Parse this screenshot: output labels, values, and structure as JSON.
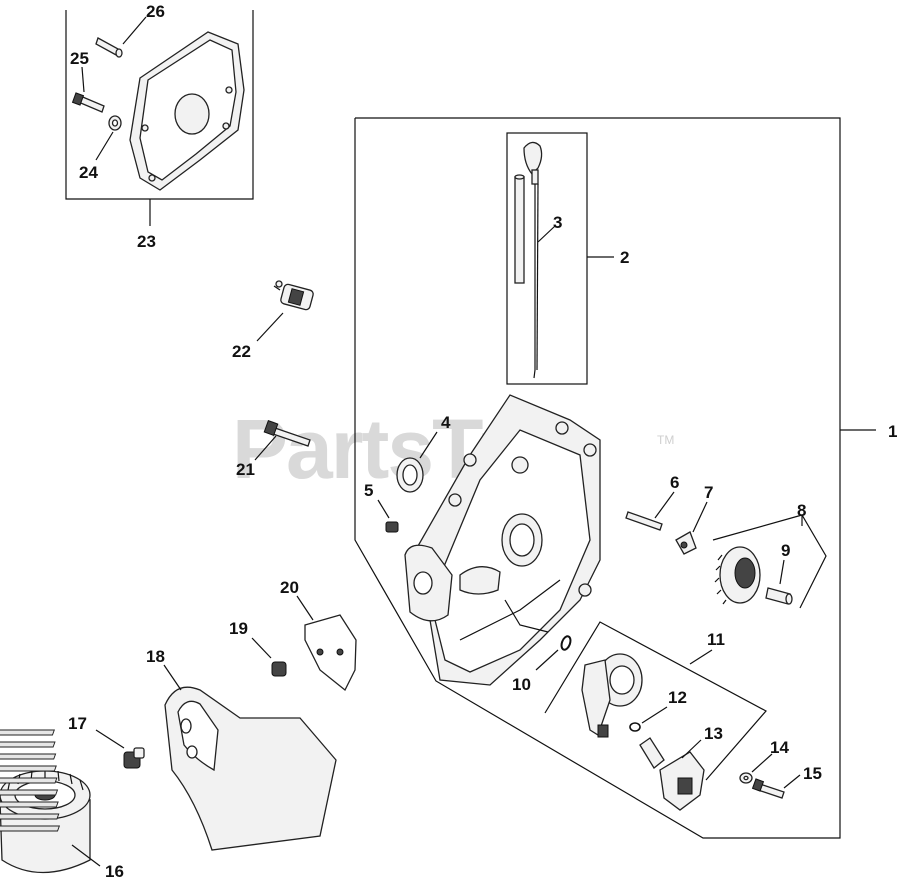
{
  "watermark": {
    "text": "PartsTree",
    "trademark": "TM"
  },
  "callouts": {
    "c1": "1",
    "c2": "2",
    "c3": "3",
    "c4": "4",
    "c5": "5",
    "c6": "6",
    "c7": "7",
    "c8": "8",
    "c9": "9",
    "c10": "10",
    "c11": "11",
    "c12": "12",
    "c13": "13",
    "c14": "14",
    "c15": "15",
    "c16": "16",
    "c17": "17",
    "c18": "18",
    "c19": "19",
    "c20": "20",
    "c21": "21",
    "c22": "22",
    "c23": "23",
    "c24": "24",
    "c25": "25",
    "c26": "26"
  }
}
